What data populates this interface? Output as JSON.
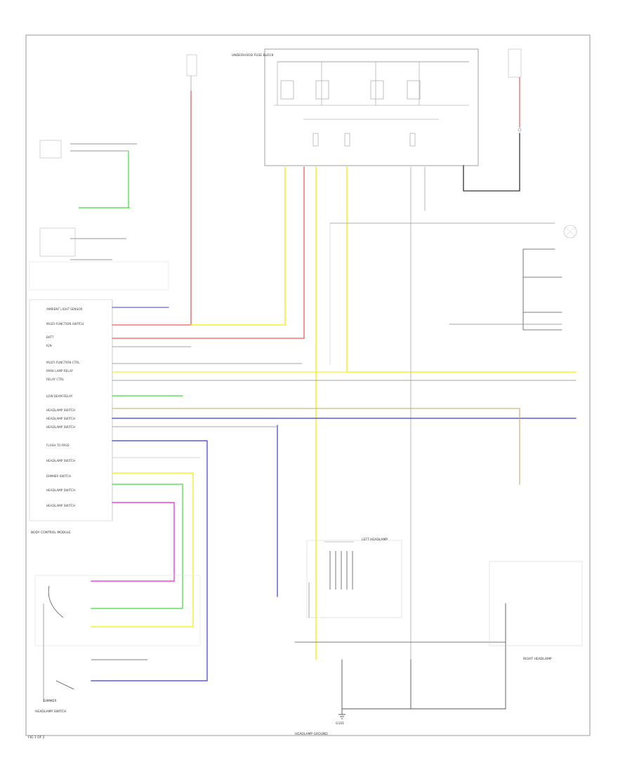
{
  "colors": {
    "red": "#f05a5a",
    "yellow": "#f0f000",
    "green": "#3ddc3d",
    "blue": "#3b3bd8",
    "magenta": "#e81ce8",
    "black": "#222222",
    "gray": "#7a7a7a",
    "tan": "#c9a66b",
    "light_blue": "#9aa8ff"
  },
  "footer": {
    "left_code": "FIG 1 OF 2",
    "bottom_center": "HEADLAMP GROUND"
  },
  "left_rows": [
    {
      "label": "AMBIENT LIGHT SENSOR"
    },
    {
      "label": "MULTI-FUNCTION SWITCH"
    },
    {
      "label": "BATT"
    },
    {
      "label": "IGN"
    },
    {
      "label": "MULTI-FUNCTION CTRL"
    },
    {
      "label": "PARK LAMP RELAY"
    },
    {
      "label": "RELAY CTRL"
    },
    {
      "label": "LOW BEAM RELAY"
    },
    {
      "label": "HEADLAMP SWITCH"
    },
    {
      "label": "HEADLAMP SWITCH"
    },
    {
      "label": "HEADLAMP SWITCH"
    },
    {
      "label": "FLASH TO PASS"
    },
    {
      "label": "HEADLAMP SWITCH"
    },
    {
      "label": "DIMMER SWITCH"
    },
    {
      "label": "HEADLAMP SWITCH"
    },
    {
      "label": "HEADLAMP SWITCH"
    }
  ],
  "components": {
    "bcm": "BODY CONTROL MODULE",
    "fuse_block": "UNDERHOOD FUSE BLOCK",
    "left_headlamp": "LEFT HEADLAMP",
    "right_headlamp": "RIGHT HEADLAMP",
    "headlamp_switch": "HEADLAMP SWITCH",
    "dimmer": "DIMMER",
    "ground": "G101"
  }
}
